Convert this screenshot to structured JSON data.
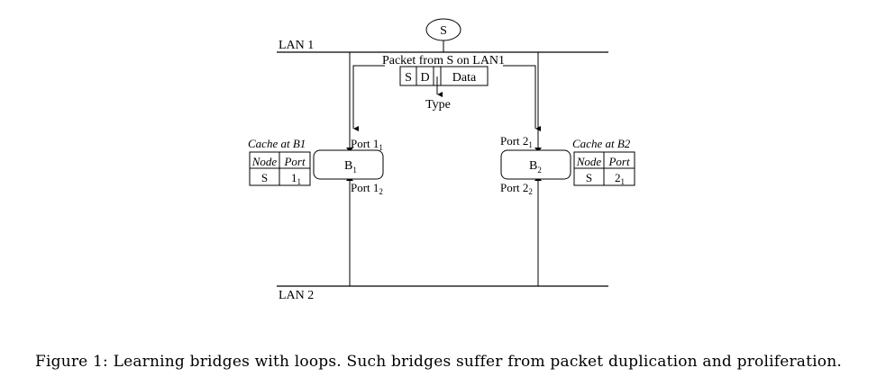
{
  "diagram": {
    "source_node": "S",
    "lan1_label": "LAN 1",
    "lan2_label": "LAN 2",
    "packet": {
      "title": "Packet from S on LAN1",
      "fields": [
        "S",
        "D",
        "",
        "Data"
      ],
      "type_label": "Type"
    },
    "bridge1": {
      "label": "B",
      "sub": "1",
      "port_top": {
        "text": "Port 1",
        "sub": "1"
      },
      "port_bottom": {
        "text": "Port 1",
        "sub": "2"
      },
      "cache": {
        "title": "Cache at B1",
        "headers": [
          "Node",
          "Port"
        ],
        "rows": [
          {
            "node": "S",
            "port": "1",
            "port_sub": "1"
          }
        ]
      }
    },
    "bridge2": {
      "label": "B",
      "sub": "2",
      "port_top": {
        "text": "Port 2",
        "sub": "1"
      },
      "port_bottom": {
        "text": "Port 2",
        "sub": "2"
      },
      "cache": {
        "title": "Cache at B2",
        "headers": [
          "Node",
          "Port"
        ],
        "rows": [
          {
            "node": "S",
            "port": "2",
            "port_sub": "1"
          }
        ]
      }
    }
  },
  "caption": "Figure 1: Learning bridges with loops. Such bridges suffer from packet duplication and proliferation."
}
